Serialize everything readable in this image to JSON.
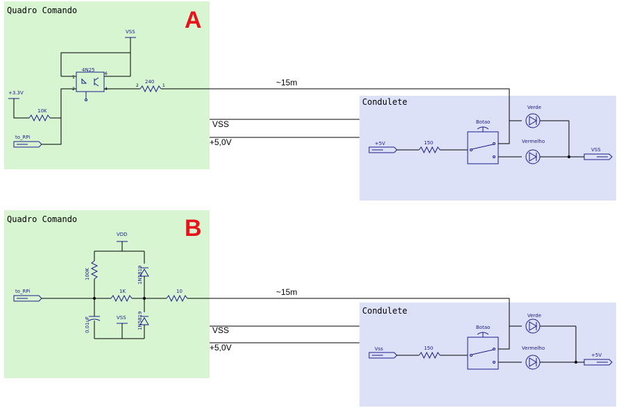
{
  "colors": {
    "quadro_bg": "#d6f5d0",
    "condulete_bg": "#dde1f7",
    "letter_red": "#e8121b",
    "component_blue": "#1a1a8c",
    "wire": "#000000"
  },
  "circuit_a": {
    "letter": "A",
    "quadro_title": "Quadro Comando",
    "condulete_title": "Condulete",
    "distance": "~15m",
    "net_vss": "VSS",
    "net_5v": "+5,0V",
    "optocoupler": "4N25",
    "supply_vss": "VSS",
    "supply_3v3": "+3.3V",
    "r_10k": "10K",
    "r_240": "240",
    "port_rpi": "to_RPi",
    "port_5v": "+5V",
    "r_150": "150",
    "button": "Botao",
    "led_green": "Verde",
    "led_red": "Vermelho",
    "port_vss": "VSS"
  },
  "circuit_b": {
    "letter": "B",
    "quadro_title": "Quadro Comando",
    "condulete_title": "Condulete",
    "distance": "~15m",
    "net_vss": "VSS",
    "net_5v": "+5,0V",
    "supply_vdd": "VDD",
    "supply_vss": "VSS",
    "r_100k": "100K",
    "r_1k": "1K",
    "r_10": "10",
    "cap": "0.01uF",
    "diode_top": "1N5819",
    "diode_bottom": "1N5819",
    "port_rpi": "to_RPi",
    "port_vss": "Vss",
    "r_150": "150",
    "button": "Botao",
    "led_green": "Verde",
    "led_red": "Vermelho",
    "port_5v": "+5V"
  }
}
